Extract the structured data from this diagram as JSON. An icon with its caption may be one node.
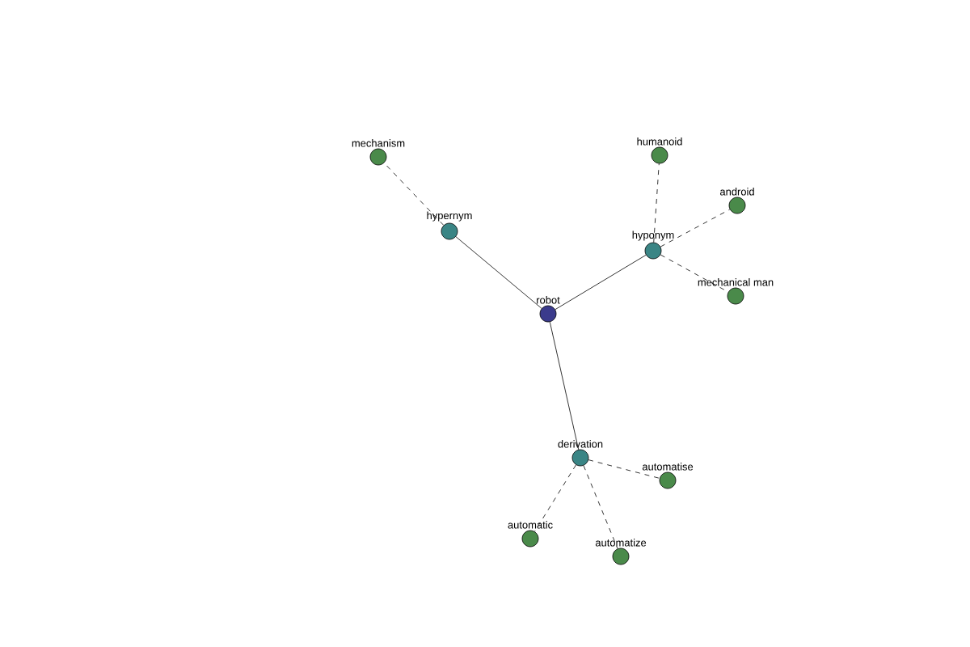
{
  "diagram": {
    "nodes": [
      {
        "text": [
          "robot"
        ]
      },
      {
        "text": [
          "hypernym"
        ]
      },
      {
        "text": [
          "mechanism"
        ]
      },
      {
        "text": [
          "hyponym"
        ]
      },
      {
        "text": [
          "humanoid"
        ]
      },
      {
        "text": [
          "android"
        ]
      },
      {
        "text": [
          "mechanical man"
        ]
      },
      {
        "text": [
          "derivation"
        ]
      },
      {
        "text": [
          "automatise"
        ]
      },
      {
        "text": [
          "automatic"
        ]
      },
      {
        "text": [
          "automatize"
        ]
      }
    ],
    "edges": [
      {
        "from": 0,
        "to": 1,
        "arrow": "none"
      },
      {
        "from": 1,
        "to": 2,
        "arrow": "none",
        "style": "dashed"
      },
      {
        "from": 0,
        "to": 3,
        "arrow": "none"
      },
      {
        "from": 3,
        "to": 4,
        "arrow": "none",
        "style": "dashed"
      },
      {
        "from": 3,
        "to": 5,
        "arrow": "none",
        "style": "dashed"
      },
      {
        "from": 3,
        "to": 6,
        "arrow": "none",
        "style": "dashed"
      },
      {
        "from": 0,
        "to": 7,
        "arrow": "none"
      },
      {
        "from": 7,
        "to": 8,
        "arrow": "none",
        "style": "dashed"
      },
      {
        "from": 7,
        "to": 9,
        "arrow": "none",
        "style": "dashed"
      },
      {
        "from": 7,
        "to": 10,
        "arrow": "none",
        "style": "dashed"
      }
    ]
  }
}
